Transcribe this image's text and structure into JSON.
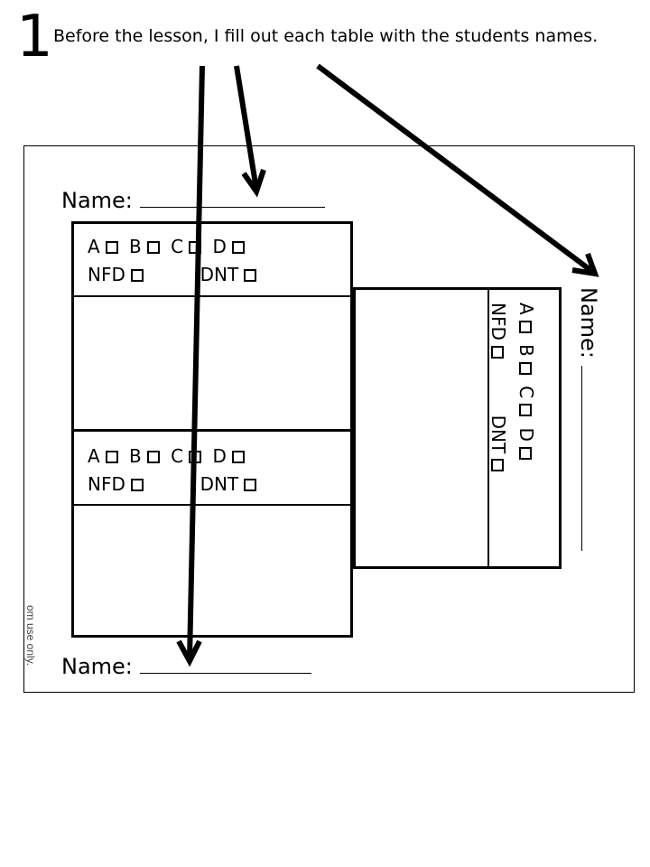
{
  "step": {
    "number": "1",
    "instruction": "Before the lesson, I fill out each table with the students names."
  },
  "worksheet": {
    "name_label": "Name:",
    "options": {
      "a": "A",
      "b": "B",
      "c": "C",
      "d": "D",
      "nfd": "NFD",
      "dnt": "DNT"
    },
    "side_text": "om use only."
  },
  "icons": [
    "checkbox-icon",
    "arrow-icon"
  ]
}
